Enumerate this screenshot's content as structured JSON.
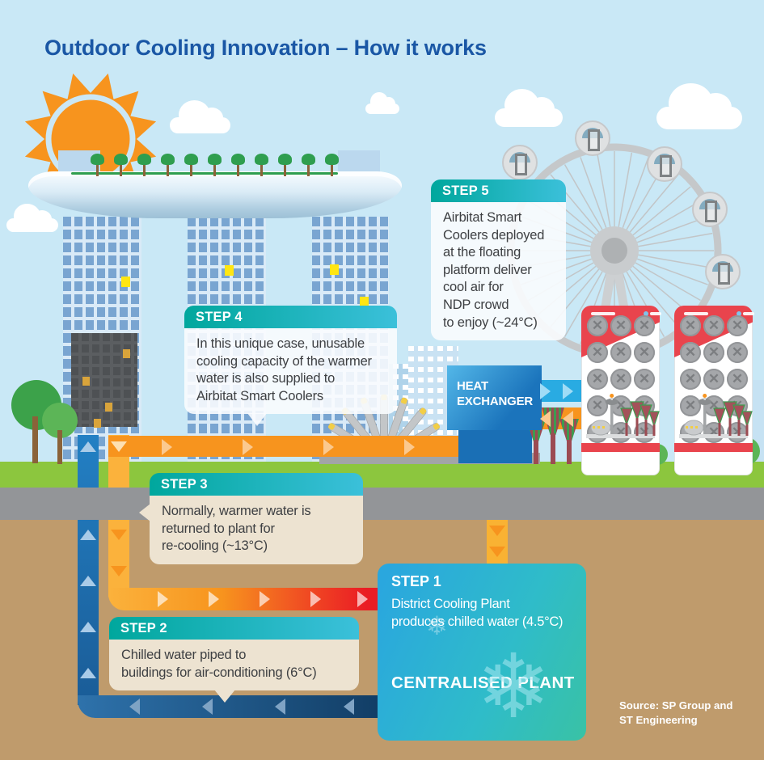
{
  "title": "Outdoor Cooling Innovation – How it works",
  "source": "Source: SP Group and\nST Engineering",
  "steps": [
    {
      "label": "STEP 1",
      "text": "District Cooling Plant\nproduces chilled water (4.5°C)",
      "plant_name": "CENTRALISED PLANT"
    },
    {
      "label": "STEP 2",
      "text": "Chilled water piped to\nbuildings for air-conditioning (6°C)"
    },
    {
      "label": "STEP 3",
      "text": "Normally, warmer water is\nreturned to plant for\nre-cooling (~13°C)"
    },
    {
      "label": "STEP 4",
      "text": "In this unique case, unusable\ncooling capacity of the warmer\nwater is also supplied to\nAirbitat Smart Coolers"
    },
    {
      "label": "STEP 5",
      "text": "Airbitat Smart\nCoolers deployed\nat the floating\nplatform deliver\ncool air for\nNDP crowd\nto enjoy (~24°C)"
    }
  ],
  "heat_exchanger_label": "HEAT\nEXCHANGER",
  "icons": {
    "snowflake": "❄"
  },
  "colors": {
    "sky": "#C9E8F6",
    "grass": "#8CC63E",
    "road": "#939598",
    "soil": "#BF9B6C",
    "teal_header_start": "#00A79D",
    "teal_header_end": "#3BC0DA",
    "beige_box": "#EDE3D1",
    "title_blue": "#1A57A5",
    "pipe_chilled_blue": "#1C75BC",
    "pipe_warm_yellow": "#FBB23C",
    "pipe_warm_orange": "#F7941E",
    "pipe_hot_red": "#EA1C24",
    "pipe_cool_air_cyan": "#29ABE2",
    "sun_orange": "#F7941E",
    "cooler_red": "#E9444D",
    "plant_gradient_start": "#2AA7DE",
    "plant_gradient_end": "#39C2A5"
  }
}
